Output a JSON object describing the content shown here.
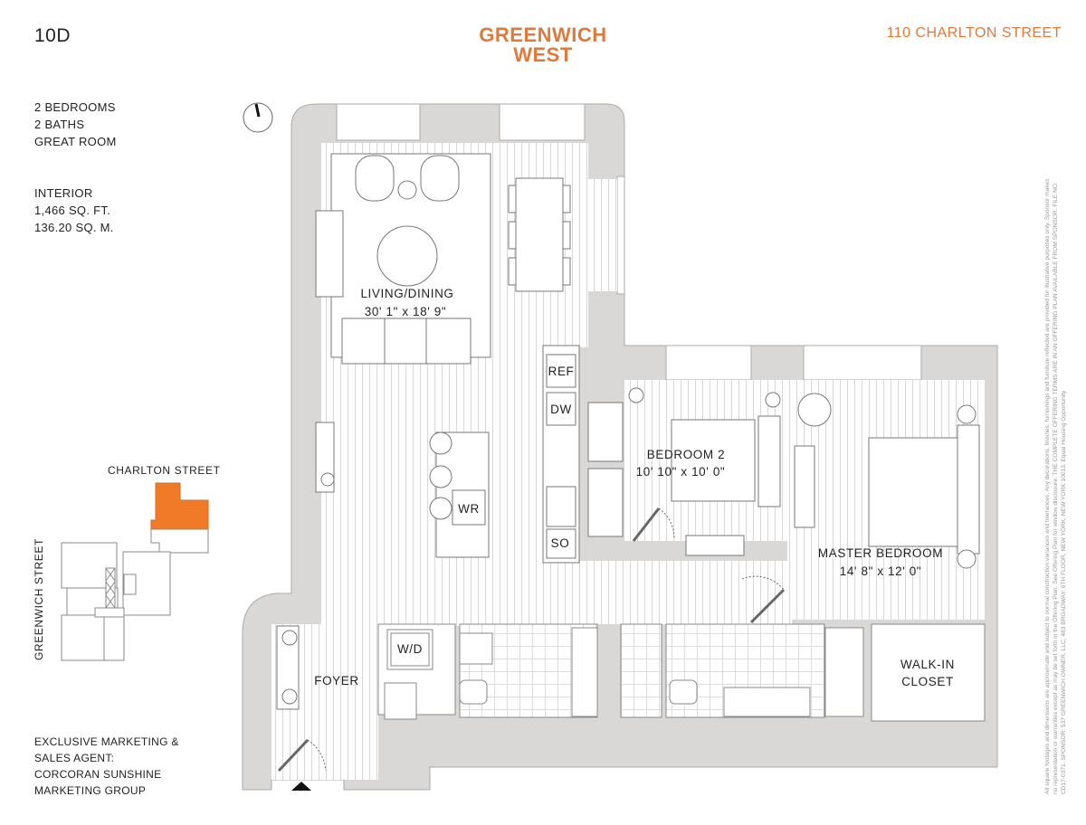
{
  "header": {
    "unit": "10D",
    "logo": "GREENWICH WEST",
    "logo_line1": "GREENWICH",
    "logo_line2": "WEST",
    "address": "110 CHARLTON STREET",
    "accent_color": "#e07a3a"
  },
  "summary": {
    "lines": [
      "2 BEDROOMS",
      "2 BATHS",
      "GREAT ROOM"
    ]
  },
  "interior": {
    "label": "INTERIOR",
    "sq_ft": "1,466 SQ. FT.",
    "sq_m": "136.20 SQ. M."
  },
  "key_plan": {
    "street_top": "CHARLTON STREET",
    "street_side": "GREENWICH STREET",
    "highlight_color": "#f07a28"
  },
  "rooms": {
    "living": {
      "name": "LIVING/DINING",
      "dims": "30' 1\" x 18' 9\""
    },
    "bedroom2": {
      "name": "BEDROOM 2",
      "dims": "10' 10\" x 10' 0\""
    },
    "master": {
      "name": "MASTER BEDROOM",
      "dims": "14' 8\" x 12' 0\""
    },
    "foyer": "FOYER",
    "walkin_1": "WALK-IN",
    "walkin_2": "CLOSET",
    "ref": "REF",
    "dw": "DW",
    "so": "SO",
    "wr": "WR",
    "wd": "W/D"
  },
  "agent": {
    "lines": [
      "EXCLUSIVE MARKETING &",
      "SALES AGENT:",
      "CORCORAN SUNSHINE",
      "MARKETING GROUP"
    ]
  },
  "disclaimer": [
    "All square footages and dimensions are approximate and subject to normal construction variances and tolerances. Any decorations, finishes, furnishings and furniture reflected are provided for illustrative purposes only. Sponsor makes",
    "no representation or warranties except as may be set forth in the Offering Plan. See Offering Plan for window disclosure. THE COMPLETE OFFERING TERMS ARE IN AN OFFERING PLAN AVAILABLE FROM SPONSOR. FILE NO.",
    "CD17-0371. SPONSOR: 537 GREENWICH OWNER, LLC, 483 BROADWAY, 6TH FLOOR, NEW YORK, NEW YORK 10013. Equal Housing Opportunity"
  ],
  "icons": {
    "compass": "north-arrow-icon",
    "entrance": "entrance-triangle-icon"
  }
}
